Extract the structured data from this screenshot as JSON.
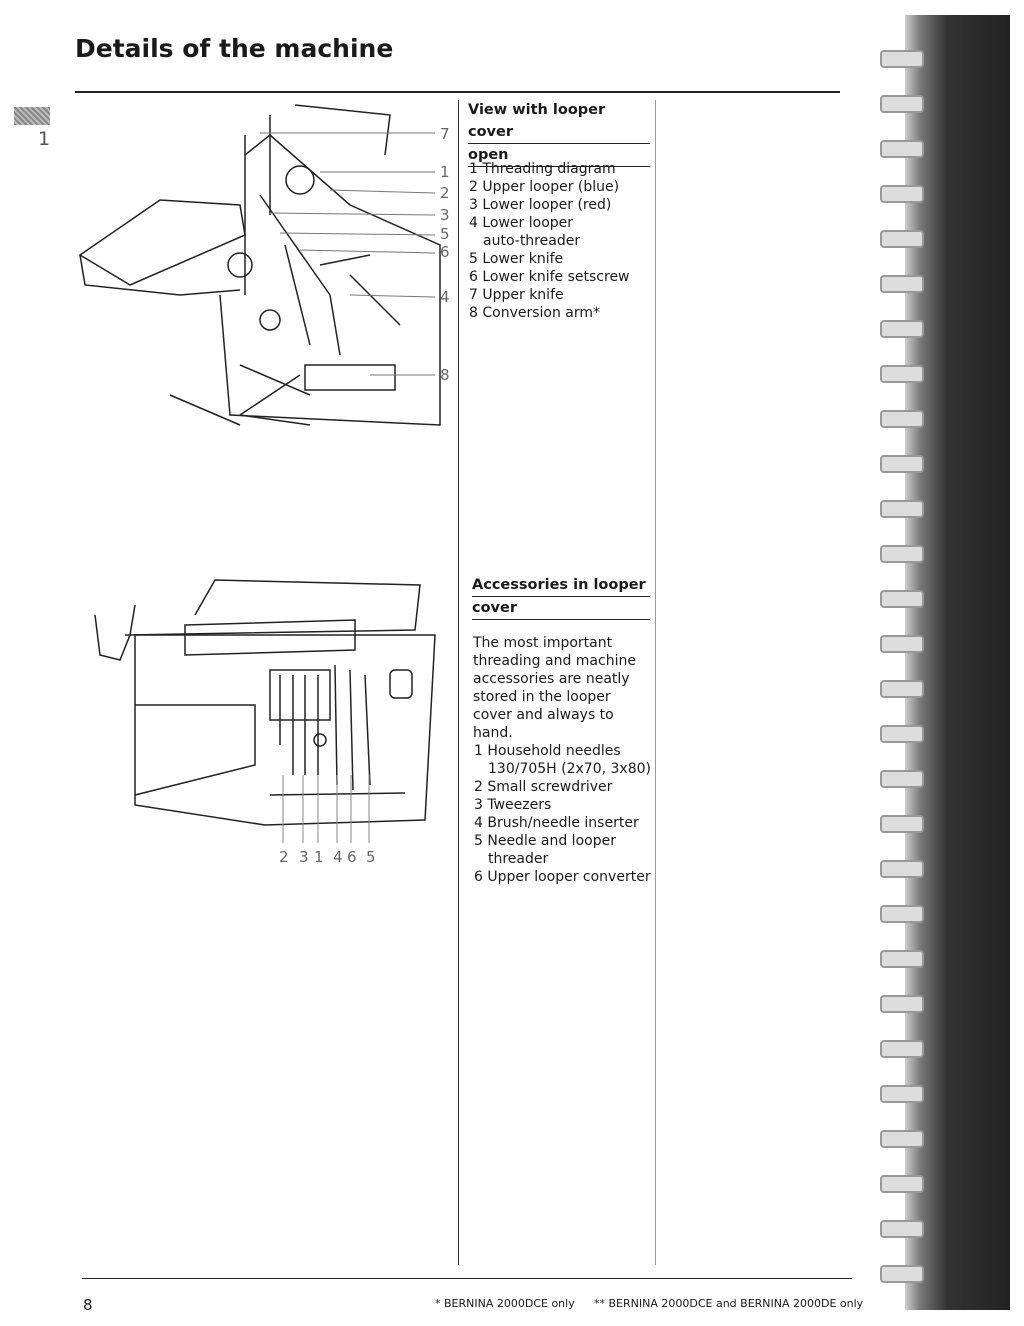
{
  "header": {
    "title": "Details of the machine",
    "chapter_tab": "1"
  },
  "section1": {
    "heading_line1": "View with looper cover",
    "heading_line2": "open",
    "items": [
      "1 Threading diagram",
      "2 Upper looper (blue)",
      "3 Lower looper (red)",
      "4 Lower looper auto-threader",
      "5 Lower knife",
      "6 Lower knife setscrew",
      "7 Upper knife",
      "8 Conversion arm*"
    ],
    "callouts": [
      "7",
      "1",
      "2",
      "3",
      "5",
      "6",
      "4",
      "8"
    ]
  },
  "section2": {
    "heading_line1": "Accessories in looper",
    "heading_line2": "cover",
    "intro": "The most important threading and machine accessories are neatly stored in the looper cover and always to hand.",
    "items": [
      "1 Household needles 130/705H (2x70, 3x80)",
      "2 Small screwdriver",
      "3 Tweezers",
      "4 Brush/needle inserter",
      "5 Needle and looper threader",
      "6 Upper looper converter"
    ],
    "callouts": [
      "2",
      "3",
      "1",
      "4",
      "6",
      "5"
    ]
  },
  "footer": {
    "page_number": "8",
    "note1": "* BERNINA 2000DCE only",
    "note2": "** BERNINA 2000DCE and BERNINA 2000DE only"
  }
}
